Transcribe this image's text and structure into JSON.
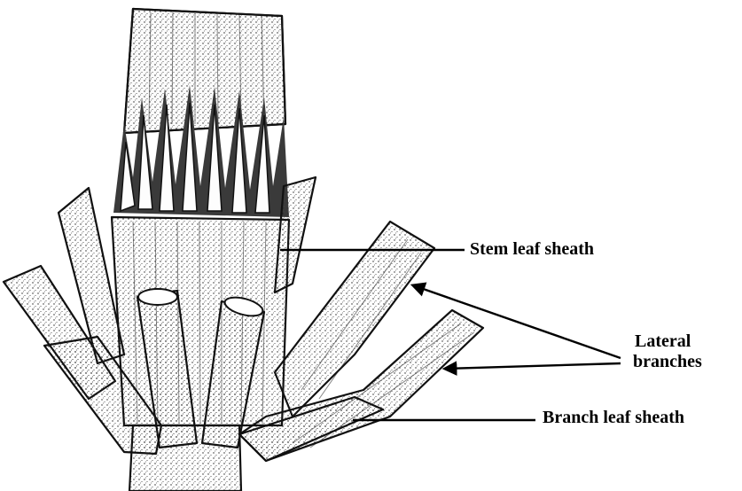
{
  "labels": {
    "stem_leaf_sheath": "Stem leaf sheath",
    "lateral_branches_line1": "Lateral",
    "lateral_branches_line2": "branches",
    "branch_leaf_sheath": "Branch leaf sheath"
  },
  "colors": {
    "ink": "#000000",
    "paper": "#ffffff"
  },
  "icons": [
    "arrowhead-icon"
  ]
}
